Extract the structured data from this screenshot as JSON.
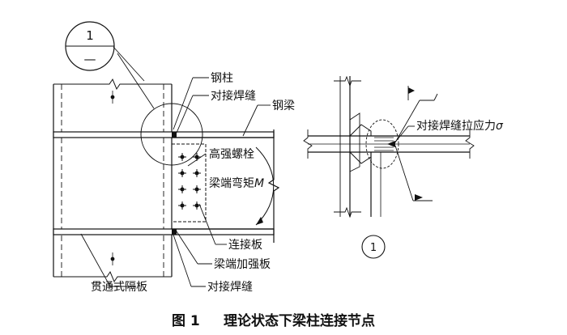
{
  "figure": {
    "detail_marker": {
      "number": "1",
      "lower": "—"
    },
    "labels": {
      "steel_column": "钢柱",
      "butt_weld_top": "对接焊缝",
      "steel_beam": "钢梁",
      "hs_bolt": "高强螺栓",
      "beam_end_moment": "梁端弯矩",
      "moment_symbol": "M",
      "connection_plate": "连接板",
      "beam_end_stiffener": "梁端加强板",
      "butt_weld_bottom": "对接焊缝",
      "through_diaphragm": "贯通式隔板",
      "weld_tensile_stress": "对接焊缝拉应力",
      "sigma_symbol": "σ",
      "detail_number": "1"
    },
    "caption": {
      "number": "图 1",
      "text": "理论状态下梁柱连接节点"
    }
  }
}
